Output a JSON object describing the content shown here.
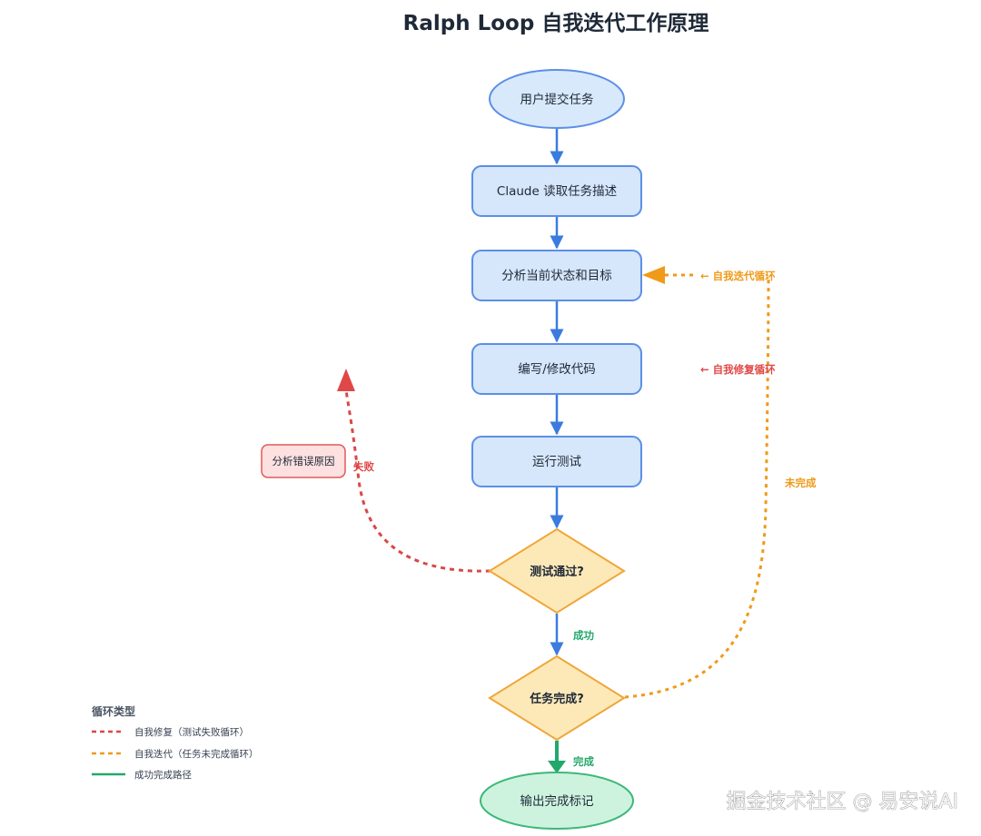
{
  "title": "Ralph Loop 自我迭代工作原理",
  "colors": {
    "flow_blue": "#3b7be0",
    "node_blue_fill": "#d6e6fb",
    "node_blue_stroke": "#5b8fe6",
    "decision_fill": "#fde9b8",
    "decision_stroke": "#f0a63a",
    "error_fill": "#fde0e0",
    "error_stroke": "#e05a5a",
    "done_fill": "#cdf3df",
    "done_stroke": "#3cb878",
    "red_loop": "#d94848",
    "orange_loop": "#ef9a1a",
    "green_path": "#23a86b",
    "title_text": "#1f2937"
  },
  "nodes": {
    "start": "用户提交任务",
    "read_task": "Claude 读取任务描述",
    "analyze_state": "分析当前状态和目标",
    "write_code": "编写/修改代码",
    "run_tests": "运行测试",
    "tests_passed": "测试通过?",
    "task_done": "任务完成?",
    "analyze_error": "分析错误原因",
    "output_marker": "输出完成标记"
  },
  "edge_labels": {
    "failure": "失败",
    "success": "成功",
    "incomplete": "未完成",
    "complete": "完成",
    "self_iteration_loop": "← 自我迭代循环",
    "self_repair_loop": "← 自我修复循环"
  },
  "legend": {
    "title": "循环类型",
    "items": [
      {
        "label": "自我修复（测试失败循环）",
        "style": "dashed",
        "color": "#d94848"
      },
      {
        "label": "自我迭代（任务未完成循环）",
        "style": "dashed",
        "color": "#ef9a1a"
      },
      {
        "label": "成功完成路径",
        "style": "solid",
        "color": "#23a86b"
      }
    ]
  },
  "watermark": "掘金技术社区 @ 易安说AI"
}
